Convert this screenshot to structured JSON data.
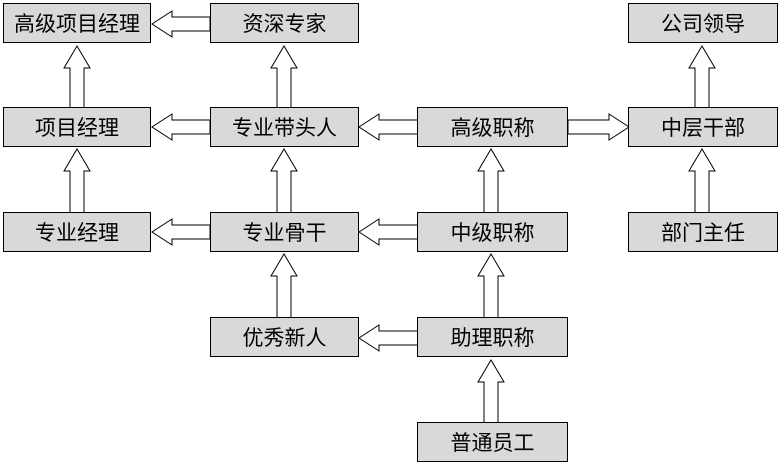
{
  "diagram": {
    "colors": {
      "node_fill": "#d9d9d9",
      "arrow_fill": "#ffffff",
      "stroke": "#000000"
    },
    "nodes": {
      "senior_project_manager": "高级项目经理",
      "senior_expert": "资深专家",
      "company_leader": "公司领导",
      "project_manager": "项目经理",
      "professional_leader": "专业带头人",
      "senior_title": "高级职称",
      "middle_cadre": "中层干部",
      "professional_manager": "专业经理",
      "professional_backbone": "专业骨干",
      "intermediate_title": "中级职称",
      "department_head": "部门主任",
      "outstanding_newcomer": "优秀新人",
      "assistant_title": "助理职称",
      "ordinary_employee": "普通员工"
    },
    "connections": [
      [
        "senior_expert",
        "senior_project_manager"
      ],
      [
        "project_manager",
        "senior_project_manager"
      ],
      [
        "professional_leader",
        "senior_expert"
      ],
      [
        "professional_leader",
        "project_manager"
      ],
      [
        "senior_title",
        "professional_leader"
      ],
      [
        "senior_title",
        "middle_cadre"
      ],
      [
        "middle_cadre",
        "company_leader"
      ],
      [
        "professional_manager",
        "project_manager"
      ],
      [
        "professional_backbone",
        "professional_manager"
      ],
      [
        "professional_backbone",
        "professional_leader"
      ],
      [
        "intermediate_title",
        "professional_backbone"
      ],
      [
        "intermediate_title",
        "senior_title"
      ],
      [
        "department_head",
        "middle_cadre"
      ],
      [
        "outstanding_newcomer",
        "professional_backbone"
      ],
      [
        "assistant_title",
        "outstanding_newcomer"
      ],
      [
        "assistant_title",
        "intermediate_title"
      ],
      [
        "ordinary_employee",
        "assistant_title"
      ]
    ]
  }
}
